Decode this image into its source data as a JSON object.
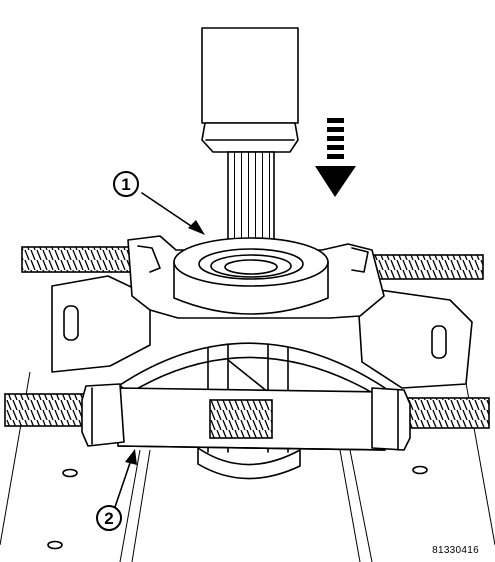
{
  "callouts": [
    {
      "label": "1"
    },
    {
      "label": "2"
    }
  ],
  "figure_id": "81330416",
  "colors": {
    "line": "#000000",
    "background": "#ffffff"
  }
}
